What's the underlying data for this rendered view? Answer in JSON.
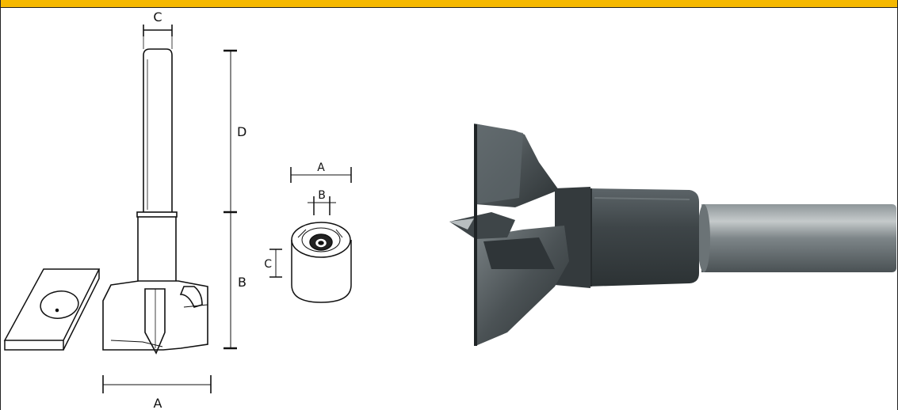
{
  "labels": {
    "drill_C": "C",
    "drill_D": "D",
    "drill_B": "B",
    "drill_A": "A",
    "bushing_A": "A",
    "bushing_B": "B",
    "bushing_C": "C"
  },
  "colors": {
    "top_bar": "#f5b800",
    "line": "#111111",
    "bit_dark": "#3c4346",
    "bit_mid": "#5b6367",
    "bit_light": "#9aa1a4"
  }
}
